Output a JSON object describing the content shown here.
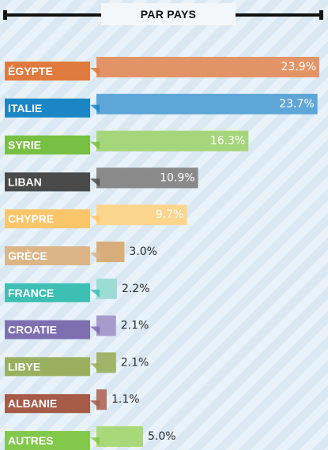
{
  "header": {
    "title": "PAR PAYS"
  },
  "chart_data": {
    "type": "bar",
    "orientation": "horizontal",
    "title": "PAR PAYS",
    "xlabel": "",
    "ylabel": "",
    "grid": false,
    "xlim": [
      0,
      24
    ],
    "categories": [
      "ÉGYPTE",
      "ITALIE",
      "SYRIE",
      "LIBAN",
      "CHYPRE",
      "GRÈCE",
      "FRANCE",
      "CROATIE",
      "LIBYE",
      "ALBANIE",
      "AUTRES"
    ],
    "values": [
      23.9,
      23.7,
      16.3,
      10.9,
      9.7,
      3.0,
      2.2,
      2.1,
      2.1,
      1.1,
      5.0
    ],
    "value_labels": [
      "23.9%",
      "23.7%",
      "16.3%",
      "10.9%",
      "9.7%",
      "3.0%",
      "2.2%",
      "2.1%",
      "2.1%",
      "1.1%",
      "5.0%"
    ],
    "colors": [
      "#e07a3f",
      "#1a86c4",
      "#78c043",
      "#4a4a4a",
      "#fbc56a",
      "#dcb587",
      "#3ebfb3",
      "#7e6fb0",
      "#98b060",
      "#a65a48",
      "#82c84a"
    ],
    "bar_colors": [
      "#e39467",
      "#5fa6d8",
      "#a6d67c",
      "#8a8a8a",
      "#fcd58c",
      "#d8ad7c",
      "#9ddcd5",
      "#a79bcc",
      "#9eb56a",
      "#b47466",
      "#a8d87a"
    ]
  }
}
